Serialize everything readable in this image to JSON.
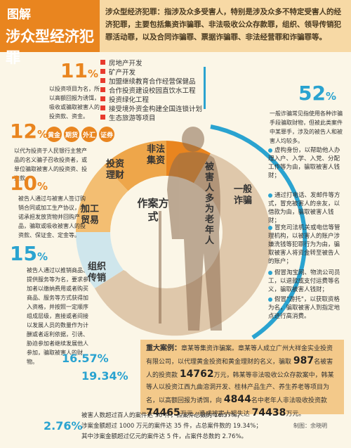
{
  "header": {
    "title_small": "图解",
    "title_main": "涉众型经济犯罪",
    "description": "涉众型经济犯罪：指涉及众多受害人，特别是涉及众多不特定受害人的经济犯罪，主要包括集资诈骗罪、非法吸收公众存款罪，组织、领导传销犯罪活动罪，以及合同诈骗罪、票据诈骗罪、非法经营罪和诈骗罪等。"
  },
  "stat11": {
    "value": "11",
    "unit": "%",
    "note": "以投资项目为名，所以高额回报为诱饵，吸收或骗取被害人的投资款、资金。",
    "items": [
      "房地产开发",
      "矿产开发",
      "加盟继续教育合作经营保健品",
      "合作投资建设校园直饮水工程",
      "投资绿化工程",
      "接受境外资金构建全国连锁计划",
      "生态旅游等项目"
    ]
  },
  "stat12": {
    "value": "12",
    "unit": "%",
    "tags": [
      "黄金",
      "期货",
      "外汇",
      "证券"
    ],
    "note": "以代为投资于人民银行主营产品的名义骗子召收投资者，或单位骗取被害人的投资资、投资款。"
  },
  "stat10": {
    "value": "10",
    "unit": "%",
    "note": "被告人通过与被害人签订购销合同或加工生产协议，承诺承担发放货物并回购产品，骗取或吸收被害人的投资款、保证金、定金等。"
  },
  "stat15": {
    "value": "15",
    "unit": "%",
    "note": "被告人通过以推销商品、提供服务等为名，要求参加者以缴纳费用或者购买商品、服务等方式获得加入资格，并按照一定顺序组成层级，直接或者间接以发展人员的数量作为计酬或者返利依据，引诱、胁迫参加者继续发展他人参加，骗取被害人的财物。"
  },
  "stat52": {
    "value": "52",
    "unit": "%",
    "note": "一般诈骗常见指使用各种诈骗手段骗取财物，但被此类案件中某罪手，涉及的被告人和被害人均较多。"
  },
  "right_items": [
    "虚构身份，以帮助他人办理入户、入学、入党、分配工作等为由，骗取被害人钱财；",
    "通过打电话、发邮件等方式，冒充被害人的亲友，以借款为由，骗取被害人钱财；",
    "冒充司法机关或电信等管理机构，以被害人的账户涉嫌洗钱等犯罪行为为由，骗取被害人将资金转至被告人的账户；",
    "假冒淘宝网、物流公司员工，以退款或支付运费等名义，骗取被害人钱财；",
    "假冒\"游托\"，以获取资格为名，骗取被害人到指定地点进行高消费。"
  ],
  "wheel": {
    "segments": [
      "非法集资",
      "投资理财",
      "加工贸易",
      "组织传销",
      "一般诈骗"
    ],
    "center": "作案方式",
    "figure_label": "被害人多为老年人"
  },
  "case": {
    "title": "重大案例：",
    "text_1": "章某等集资诈骗案。章某等人成立广州大祥金实业投资有限公司，以代理黄金投资和黄金理财的名义，骗取",
    "num_987": "987",
    "text_2": "名被害人的投资款",
    "num_14762": "14762",
    "text_3": "万元，韩某等非法吸收公众存款案中，韩某等人以投资江西九曲溶洞开发、桂林产品生产、养生养老等项目为名，以高额回报为诱饵，向",
    "num_4844": "4844",
    "text_4": "名中老年人非法吸收投资款",
    "num_74465": "74465",
    "text_5": "万元，造成被害人损失达",
    "num_74438": "74438",
    "text_6": "万元。"
  },
  "bottom": {
    "p1": "16.57%",
    "p2": "19.34%",
    "p3": "2.76%",
    "line1": "被害人数超过百人的案件达 30 件，占案件总数的 16.57%；",
    "line2": "涉案金额超过 1000 万元的案件达 35 件，占总案件数的 19.34%；",
    "line3": "其中涉案金额超过亿元的案件达 5 件，占案件总数的 2.76%。",
    "credit": "制图：余晓明"
  }
}
